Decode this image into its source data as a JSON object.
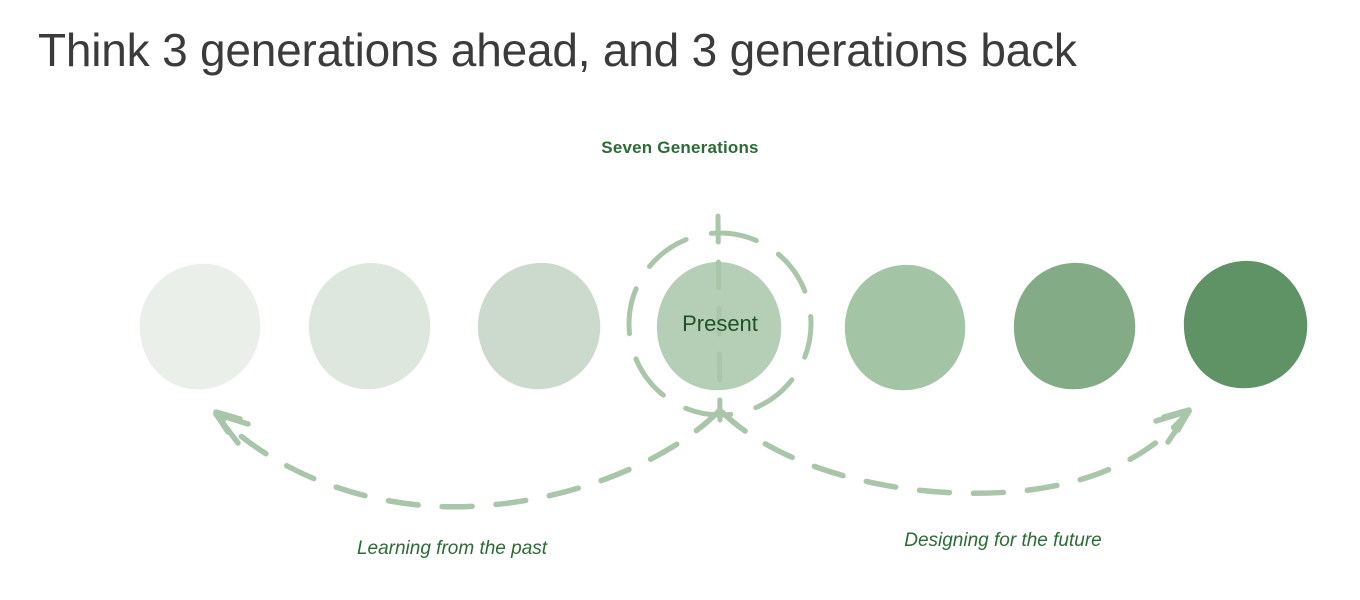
{
  "slide": {
    "title": "Think 3 generations ahead, and 3 generations back",
    "background_color": "#ffffff",
    "title_color": "#3b3b3b"
  },
  "diagram": {
    "heading": "Seven Generations",
    "heading_color": "#2c6b36",
    "center_label": "Present",
    "center_label_color": "#1f5228",
    "accent_color": "#a9c6ab",
    "generations": [
      {
        "index": 1,
        "role": "past",
        "label": "",
        "color": "#eaefea"
      },
      {
        "index": 2,
        "role": "past",
        "label": "",
        "color": "#dde7dd"
      },
      {
        "index": 3,
        "role": "past",
        "label": "",
        "color": "#ccdacd"
      },
      {
        "index": 4,
        "role": "present",
        "label": "Present",
        "color": "#b5ceb6"
      },
      {
        "index": 5,
        "role": "future",
        "label": "",
        "color": "#a4c4a6"
      },
      {
        "index": 6,
        "role": "future",
        "label": "",
        "color": "#82ab86"
      },
      {
        "index": 7,
        "role": "future",
        "label": "",
        "color": "#5f9366"
      }
    ],
    "flows": [
      {
        "id": "past",
        "caption": "Learning from the past",
        "direction": "left",
        "color": "#a9c6ab"
      },
      {
        "id": "future",
        "caption": "Designing for the future",
        "direction": "right",
        "color": "#a9c6ab"
      }
    ]
  }
}
